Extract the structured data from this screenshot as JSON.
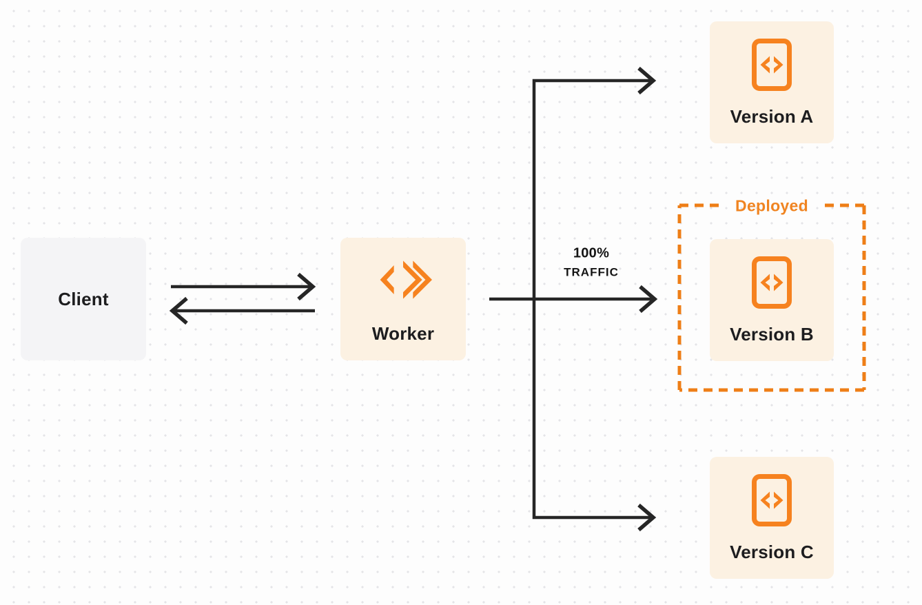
{
  "diagram": {
    "title": "worker-traffic-routing-diagram",
    "colors": {
      "background": "#FDFDFD",
      "grid_dot": "#E4E4E7",
      "accent_orange": "#F6821F",
      "dashed_border_orange": "#EE7E17",
      "deployed_text_orange": "#F08421",
      "node_cream": "#FCF1E2",
      "client_gray": "#F4F4F6",
      "connector_dark": "#262626",
      "label_dark": "#1D1D1F"
    },
    "nodes": {
      "client": {
        "label": "Client"
      },
      "worker": {
        "label": "Worker",
        "icon": "workers-logo-icon"
      },
      "versions": [
        {
          "label": "Version A",
          "icon": "code-file-icon",
          "deployed": false
        },
        {
          "label": "Version B",
          "icon": "code-file-icon",
          "deployed": true
        },
        {
          "label": "Version C",
          "icon": "code-file-icon",
          "deployed": false
        }
      ]
    },
    "annotations": {
      "deployed_label": "Deployed",
      "traffic_line1": "100%",
      "traffic_line2": "TRAFFIC"
    },
    "edges": [
      {
        "from": "client",
        "to": "worker",
        "style": "bidirectional-arrows"
      },
      {
        "from": "worker",
        "to": "version-a",
        "style": "arrow"
      },
      {
        "from": "worker",
        "to": "version-b",
        "style": "arrow",
        "label": "100% TRAFFIC"
      },
      {
        "from": "worker",
        "to": "version-c",
        "style": "arrow"
      }
    ]
  }
}
